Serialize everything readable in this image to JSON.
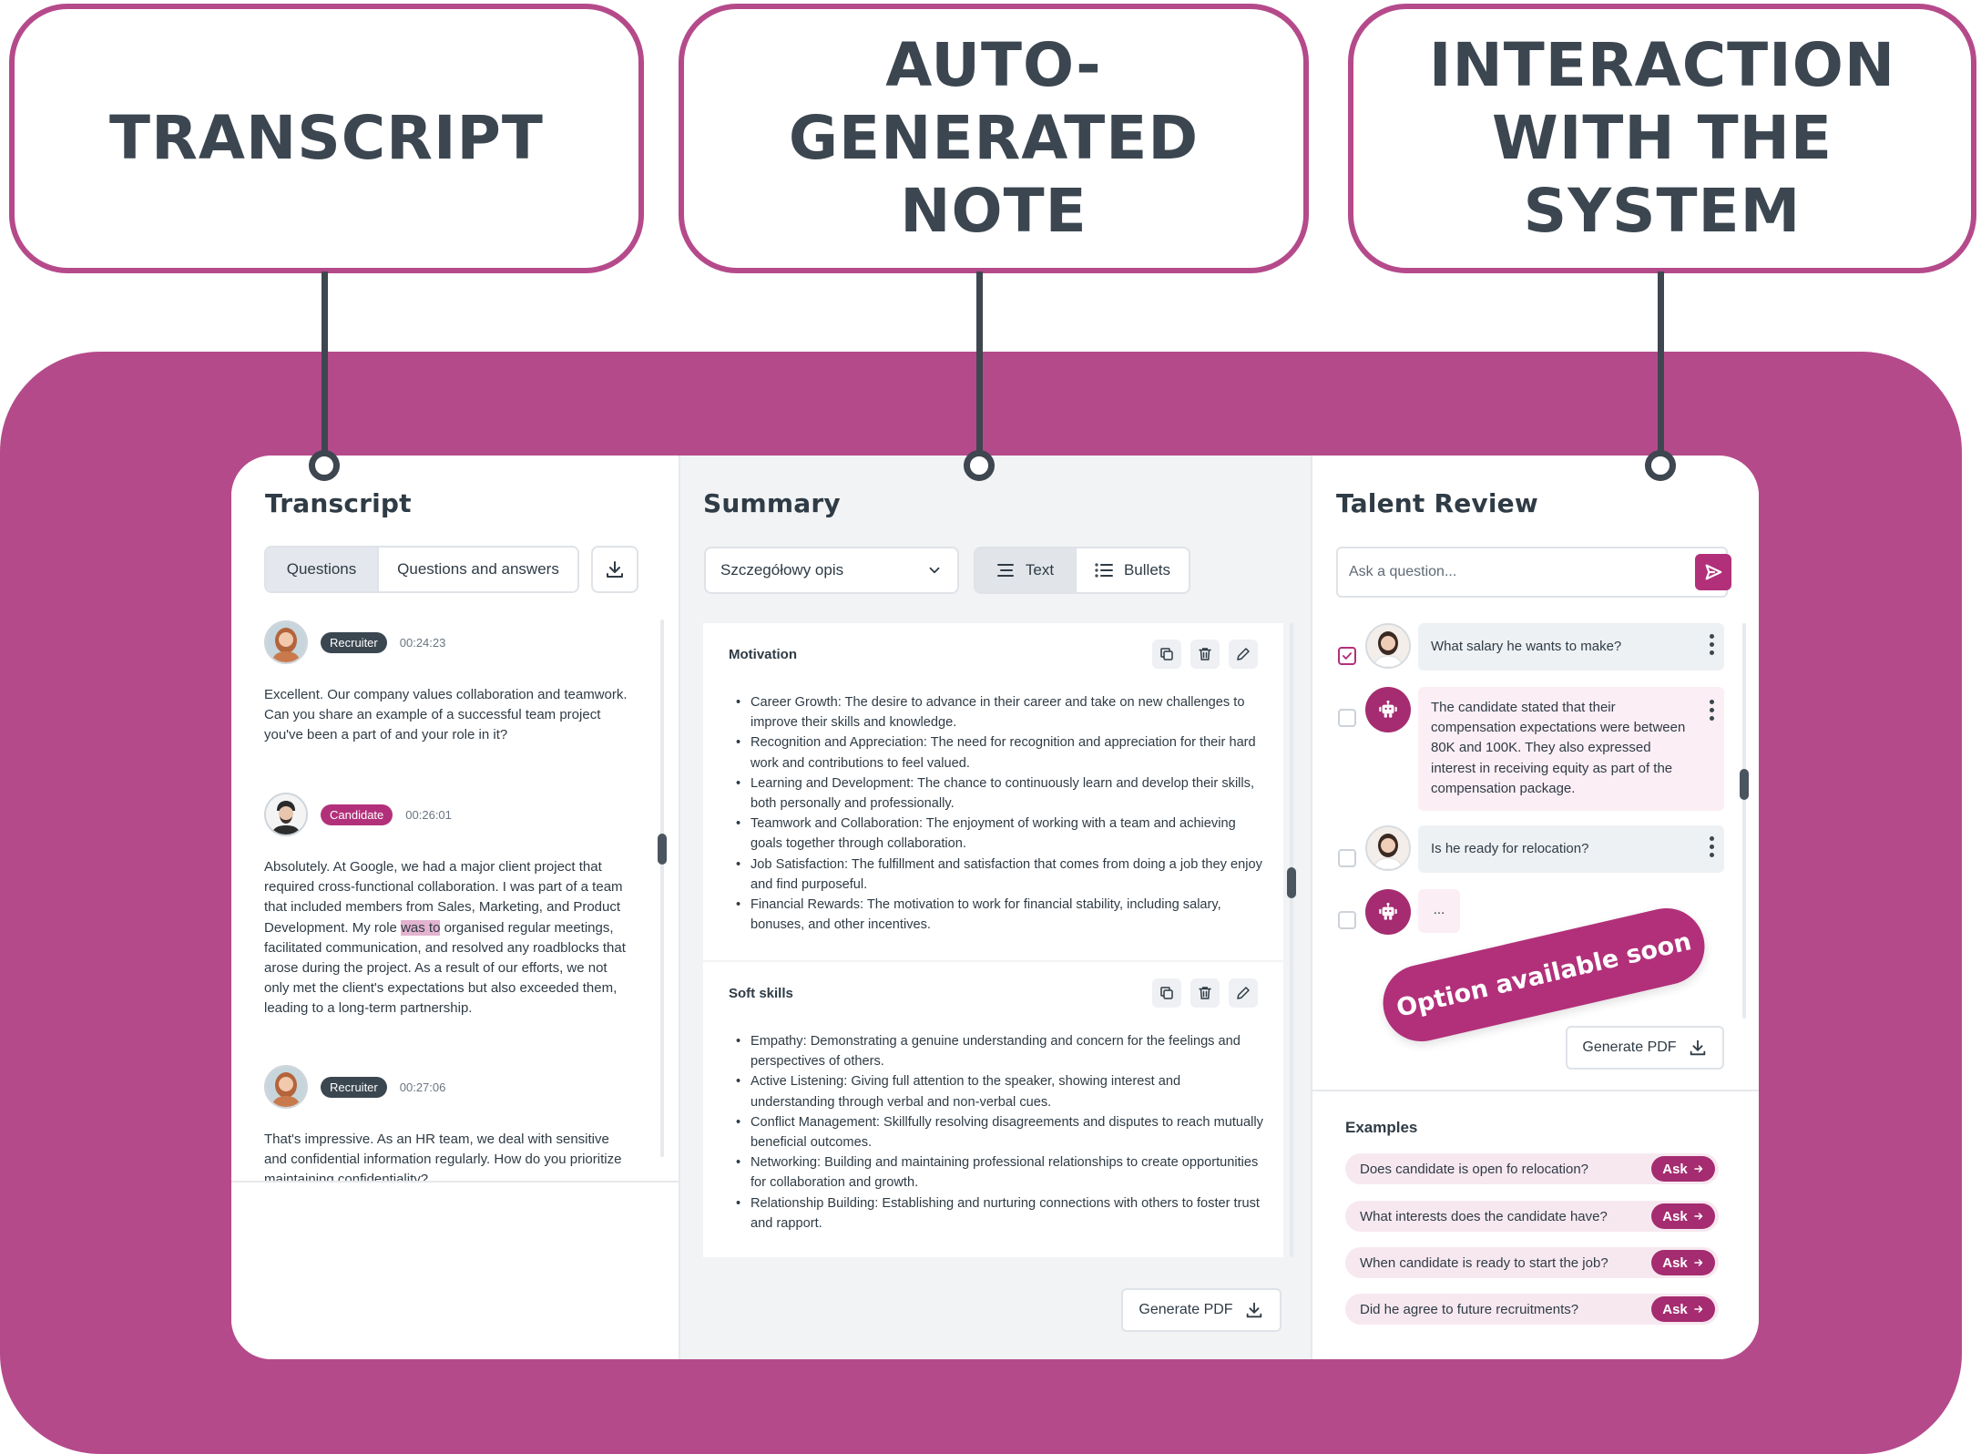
{
  "callouts": [
    {
      "text": "TRANSCRIPT"
    },
    {
      "text": "AUTO-GENERATED\nNOTE"
    },
    {
      "text": "INTERACTION\nWITH THE SYSTEM"
    }
  ],
  "colors": {
    "accent": "#b54a8b",
    "brand_dark": "#b2307a",
    "recruiter_badge": "#3a4650"
  },
  "transcript": {
    "title": "Transcript",
    "tabs": [
      "Questions",
      "Questions and answers"
    ],
    "active_tab": "Questions",
    "download_icon": "download-icon",
    "messages": [
      {
        "role": "Recruiter",
        "time": "00:24:23",
        "text": "Excellent. Our company values collaboration and teamwork. Can you share an example of a successful team project you've been a part of and your role in it?"
      },
      {
        "role": "Candidate",
        "time": "00:26:01",
        "text_before": "Absolutely. At Google, we had a major client project that required cross-functional collaboration. I was part of a team that included members from Sales, Marketing, and Product Development. My role ",
        "text_highlight": "was to",
        "text_after": " organised regular meetings, facilitated communication, and resolved any roadblocks that arose during the project. As a result of our efforts, we not only met the client's expectations but also exceeded them, leading to a long-term partnership."
      },
      {
        "role": "Recruiter",
        "time": "00:27:06",
        "text": "That's impressive. As an HR team, we deal with sensitive and confidential information regularly. How do you prioritize maintaining confidentiality?"
      }
    ]
  },
  "summary": {
    "title": "Summary",
    "dropdown_value": "Szczegółowy opis",
    "view_modes": [
      "Text",
      "Bullets"
    ],
    "active_mode": "Text",
    "sections": [
      {
        "title": "Motivation",
        "bullets": [
          "Career Growth: The desire to advance in their career and take on new challenges to improve their skills and knowledge.",
          "Recognition and Appreciation: The need for recognition and appreciation for their hard work and contributions to feel valued.",
          "Learning and Development: The chance to continuously learn and develop their skills, both personally and professionally.",
          "Teamwork and Collaboration: The enjoyment of working with a team and achieving goals together through collaboration.",
          "Job Satisfaction: The fulfillment and satisfaction that comes from doing a job they enjoy and find purposeful.",
          "Financial Rewards: The motivation to work for financial stability, including salary, bonuses, and other incentives."
        ]
      },
      {
        "title": "Soft skills",
        "bullets": [
          "Empathy: Demonstrating a genuine understanding and concern for the feelings and perspectives of others.",
          "Active Listening: Giving full attention to the speaker, showing interest and understanding through verbal and non-verbal cues.",
          "Conflict Management: Skillfully resolving disagreements and disputes to reach mutually beneficial outcomes.",
          "Networking: Building and maintaining professional relationships to create opportunities for collaboration and growth.",
          "Relationship Building: Establishing and nurturing connections with others to foster trust and rapport."
        ]
      }
    ],
    "generate_pdf": "Generate PDF"
  },
  "review": {
    "title": "Talent Review",
    "ask_placeholder": "Ask a question...",
    "items": [
      {
        "type": "question",
        "checked": true,
        "text": "What salary he wants to make?"
      },
      {
        "type": "answer",
        "checked": false,
        "text": "The candidate stated that their compensation expectations were between 80K and 100K. They also expressed interest in receiving equity as part of the compensation package."
      },
      {
        "type": "question",
        "checked": false,
        "text": "Is he ready for relocation?"
      },
      {
        "type": "answer",
        "checked": false,
        "text": "..."
      }
    ],
    "soon_label": "Option available soon",
    "generate_pdf": "Generate PDF",
    "examples_title": "Examples",
    "examples": [
      "Does candidate is open fo relocation?",
      "What interests does the candidate have?",
      "When candidate is ready to start the job?",
      "Did he agree to future recruitments?"
    ],
    "ask_label": "Ask"
  }
}
